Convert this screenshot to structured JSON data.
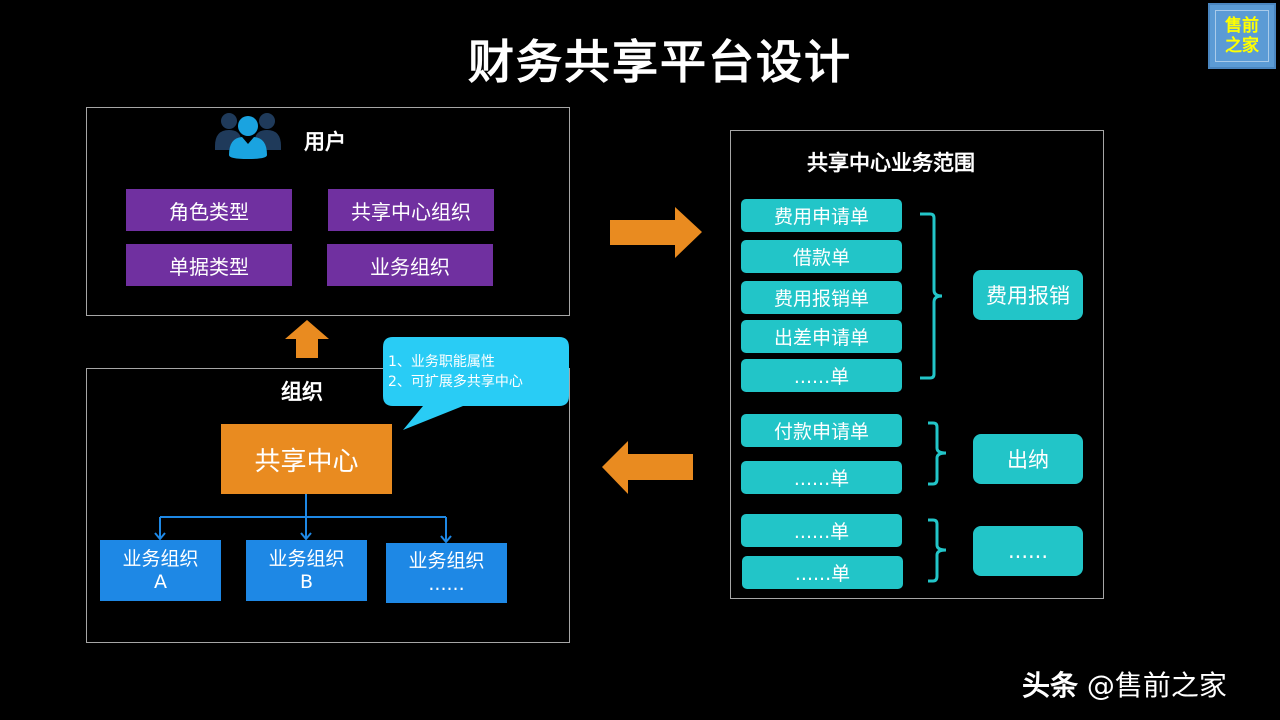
{
  "title": "财务共享平台设计",
  "logo": {
    "line1": "售前",
    "line2": "之家",
    "text_color": "#ffff00",
    "bg_color": "#5b9bd5"
  },
  "user_panel": {
    "icon": "users-group-icon",
    "label": "用户",
    "items": [
      "角色类型",
      "共享中心组织",
      "单据类型",
      "业务组织"
    ],
    "item_color": "#7030a0"
  },
  "org_panel": {
    "label": "组织",
    "center": "共享中心",
    "center_color": "#e98b20",
    "children": [
      {
        "line1": "业务组织",
        "line2": "A"
      },
      {
        "line1": "业务组织",
        "line2": "B"
      },
      {
        "line1": "业务组织",
        "line2": "......"
      }
    ],
    "child_color": "#1e88e5"
  },
  "callout": {
    "lines": [
      "1、业务职能属性",
      "2、可扩展多共享中心"
    ],
    "color": "#29ccf5"
  },
  "scope_panel": {
    "title": "共享中心业务范围",
    "groups": [
      {
        "items": [
          "费用申请单",
          "借款单",
          "费用报销单",
          "出差申请单",
          "......单"
        ],
        "category": "费用报销"
      },
      {
        "items": [
          "付款申请单",
          "......单"
        ],
        "category": "出纳"
      },
      {
        "items": [
          "......单",
          "......单"
        ],
        "category": "......"
      }
    ],
    "item_color": "#22c5c8"
  },
  "arrows": {
    "color": "#e98b20",
    "directions": [
      "up",
      "right",
      "left"
    ]
  },
  "footer": {
    "brand": "头条",
    "account": "@售前之家"
  }
}
